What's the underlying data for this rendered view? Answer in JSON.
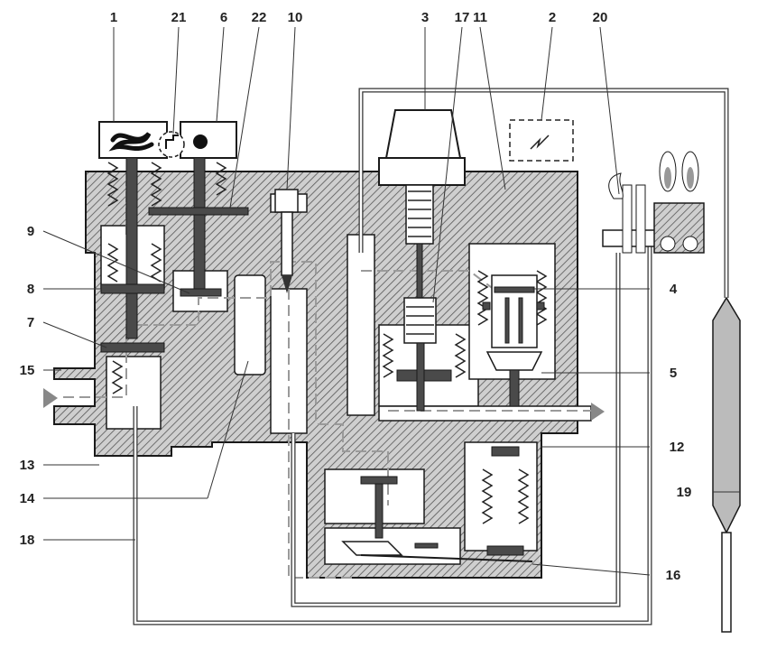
{
  "diagram": {
    "labels": {
      "l1": "1",
      "l21": "21",
      "l6": "6",
      "l22": "22",
      "l10": "10",
      "l3": "3",
      "l17": "17",
      "l11": "11",
      "l2": "2",
      "l20": "20",
      "l9": "9",
      "l8": "8",
      "l4": "4",
      "l7": "7",
      "l15": "15",
      "l5": "5",
      "l12": "12",
      "l13": "13",
      "l19": "19",
      "l14": "14",
      "l18": "18",
      "l16": "16"
    }
  }
}
